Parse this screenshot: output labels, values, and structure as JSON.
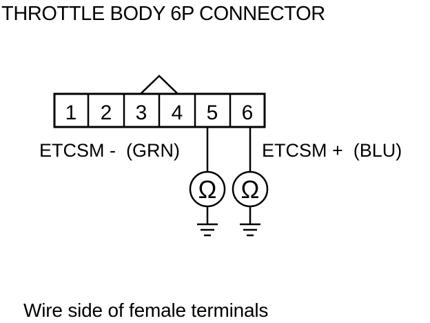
{
  "title": "THROTTLE BODY 6P CONNECTOR",
  "connector": {
    "terminals": [
      "1",
      "2",
      "3",
      "4",
      "5",
      "6"
    ]
  },
  "labels": {
    "etcsm_minus": "ETCSM -  (GRN)",
    "etcsm_plus": "ETCSM +  (BLU)"
  },
  "ohmmeter_symbol": "Ω",
  "caption": "Wire side of female terminals",
  "colors": {
    "line": "#000000",
    "background": "#ffffff"
  }
}
